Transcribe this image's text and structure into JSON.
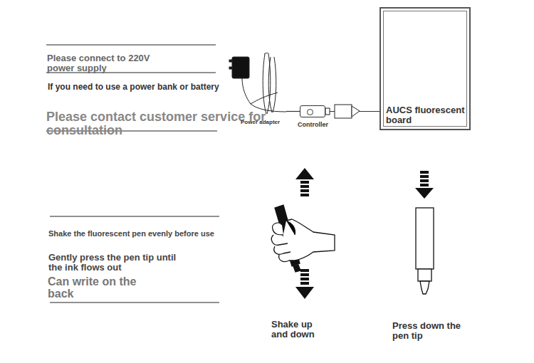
{
  "diagram": {
    "nodes": [
      {
        "text": [
          "Power adapter"
        ]
      },
      {
        "text": [
          "Controller"
        ]
      },
      {
        "text": [
          "AUCS fluorescent board"
        ]
      }
    ],
    "edges": [
      {
        "from": 0,
        "to": 1,
        "arrow": "none"
      },
      {
        "from": 1,
        "to": 2,
        "arrow": "none"
      }
    ],
    "labels": [
      "Please connect to 220V power supply",
      "If you need to use a power bank or battery",
      "Please contact customer service for consultation",
      "Shake the fluorescent pen evenly before use",
      "Gently press the pen tip until the ink flows out",
      "Can write on the back",
      "Shake up and down",
      "Press down the pen tip"
    ]
  }
}
